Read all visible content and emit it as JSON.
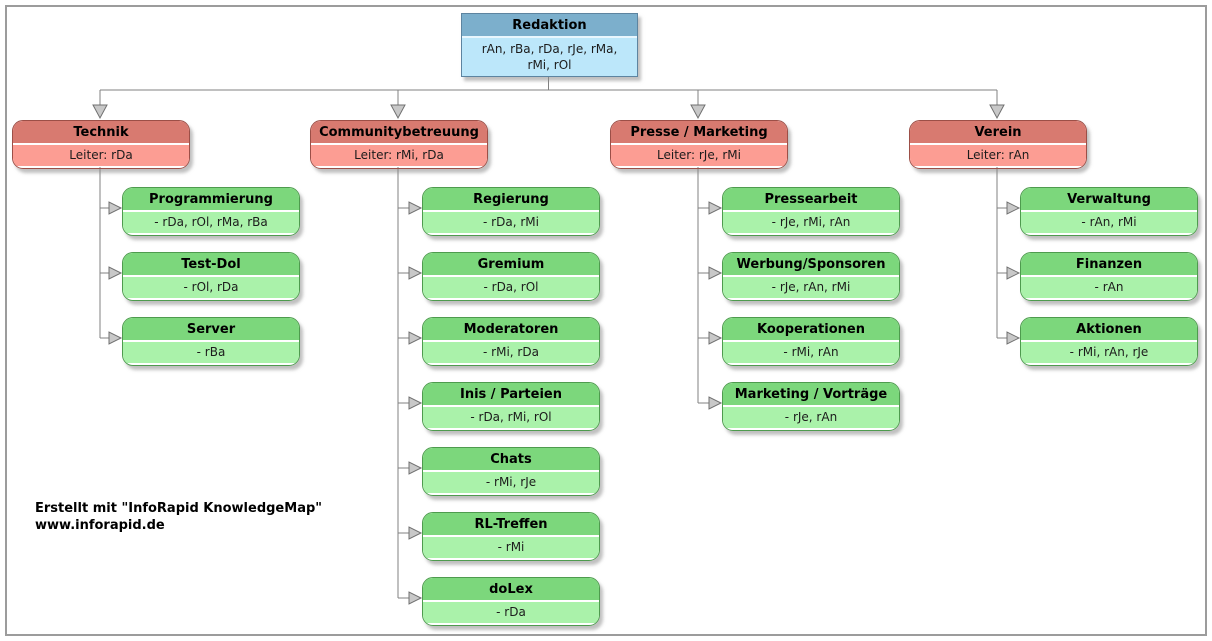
{
  "root": {
    "title": "Redaktion",
    "members": "rAn, rBa, rDa, rJe, rMa, rMi, rOl"
  },
  "branches": [
    {
      "title": "Technik",
      "subtitle": "Leiter: rDa",
      "children": [
        {
          "title": "Programmierung",
          "members": "- rDa, rOl, rMa, rBa"
        },
        {
          "title": "Test-Dol",
          "members": "- rOl, rDa"
        },
        {
          "title": "Server",
          "members": "- rBa"
        }
      ]
    },
    {
      "title": "Communitybetreuung",
      "subtitle": "Leiter: rMi, rDa",
      "children": [
        {
          "title": "Regierung",
          "members": "- rDa, rMi"
        },
        {
          "title": "Gremium",
          "members": "- rDa, rOl"
        },
        {
          "title": "Moderatoren",
          "members": "- rMi, rDa"
        },
        {
          "title": "Inis / Parteien",
          "members": "- rDa, rMi, rOl"
        },
        {
          "title": "Chats",
          "members": "- rMi, rJe"
        },
        {
          "title": "RL-Treffen",
          "members": "- rMi"
        },
        {
          "title": "doLex",
          "members": "- rDa"
        }
      ]
    },
    {
      "title": "Presse / Marketing",
      "subtitle": "Leiter: rJe, rMi",
      "children": [
        {
          "title": "Pressearbeit",
          "members": "- rJe, rMi, rAn"
        },
        {
          "title": "Werbung/Sponsoren",
          "members": "- rJe, rAn, rMi"
        },
        {
          "title": "Kooperationen",
          "members": "- rMi, rAn"
        },
        {
          "title": "Marketing / Vorträge",
          "members": "- rJe, rAn"
        }
      ]
    },
    {
      "title": "Verein",
      "subtitle": "Leiter: rAn",
      "children": [
        {
          "title": "Verwaltung",
          "members": "- rAn, rMi"
        },
        {
          "title": "Finanzen",
          "members": "- rAn"
        },
        {
          "title": "Aktionen",
          "members": "- rMi, rAn, rJe"
        }
      ]
    }
  ],
  "footer": {
    "line1": "Erstellt mit \"InfoRapid KnowledgeMap\"",
    "line2": "www.inforapid.de"
  },
  "colors": {
    "root_header": "#7cafcc",
    "root_body": "#bce7fa",
    "branch_header": "#d87a70",
    "branch_body": "#fc9d93",
    "leaf_header": "#7cd77c",
    "leaf_body": "#aaf2aa",
    "connector": "#808080",
    "frame": "#9c9c9c"
  }
}
